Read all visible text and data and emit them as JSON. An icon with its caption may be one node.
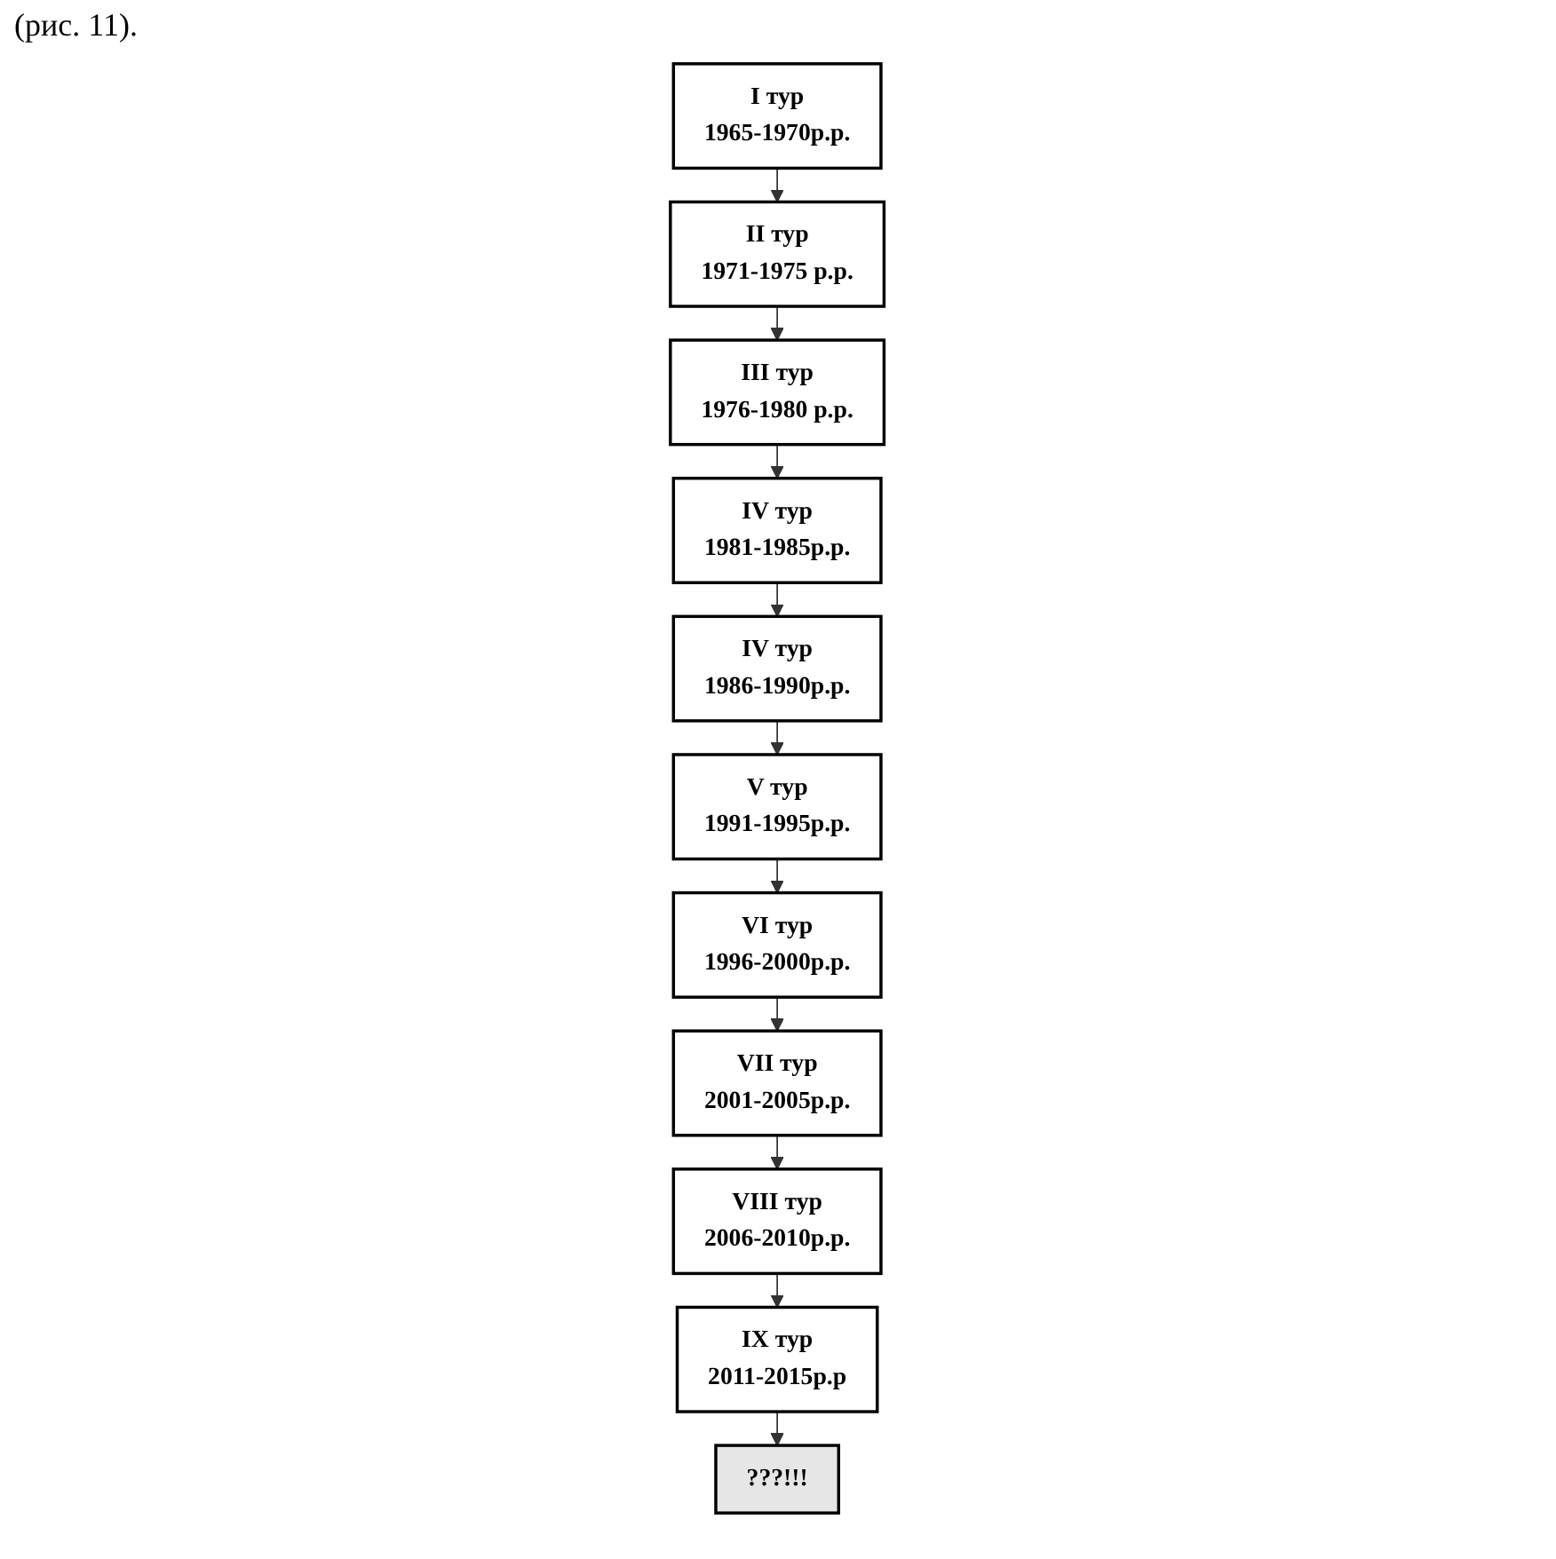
{
  "diagram": {
    "nodes": [
      {
        "text": [
          "I тур",
          "1965-1970р.р."
        ]
      },
      {
        "text": [
          "II тур",
          "1971-1975 р.р."
        ]
      },
      {
        "text": [
          "III тур",
          "1976-1980 р.р."
        ]
      },
      {
        "text": [
          "IV тур",
          "1981-1985р.р."
        ]
      },
      {
        "text": [
          "IV тур",
          "1986-1990р.р."
        ]
      },
      {
        "text": [
          "V тур",
          "1991-1995р.р."
        ]
      },
      {
        "text": [
          "VI тур",
          "1996-2000р.р."
        ]
      },
      {
        "text": [
          "VII тур",
          "2001-2005р.р."
        ]
      },
      {
        "text": [
          "VIII тур",
          "2006-2010р.р."
        ]
      },
      {
        "text": [
          "IX тур",
          "2011-2015р.р"
        ]
      },
      {
        "text": [
          "???!!!"
        ]
      }
    ],
    "edges": [
      {
        "from": 0,
        "to": 1,
        "arrow": "to"
      },
      {
        "from": 1,
        "to": 2,
        "arrow": "to"
      },
      {
        "from": 2,
        "to": 3,
        "arrow": "to"
      },
      {
        "from": 3,
        "to": 4,
        "arrow": "to"
      },
      {
        "from": 4,
        "to": 5,
        "arrow": "to"
      },
      {
        "from": 5,
        "to": 6,
        "arrow": "to"
      },
      {
        "from": 6,
        "to": 7,
        "arrow": "to"
      },
      {
        "from": 7,
        "to": 8,
        "arrow": "to"
      },
      {
        "from": 8,
        "to": 9,
        "arrow": "to"
      },
      {
        "from": 9,
        "to": 10,
        "arrow": "to"
      }
    ],
    "labels": [
      "(рис. 11)."
    ]
  }
}
